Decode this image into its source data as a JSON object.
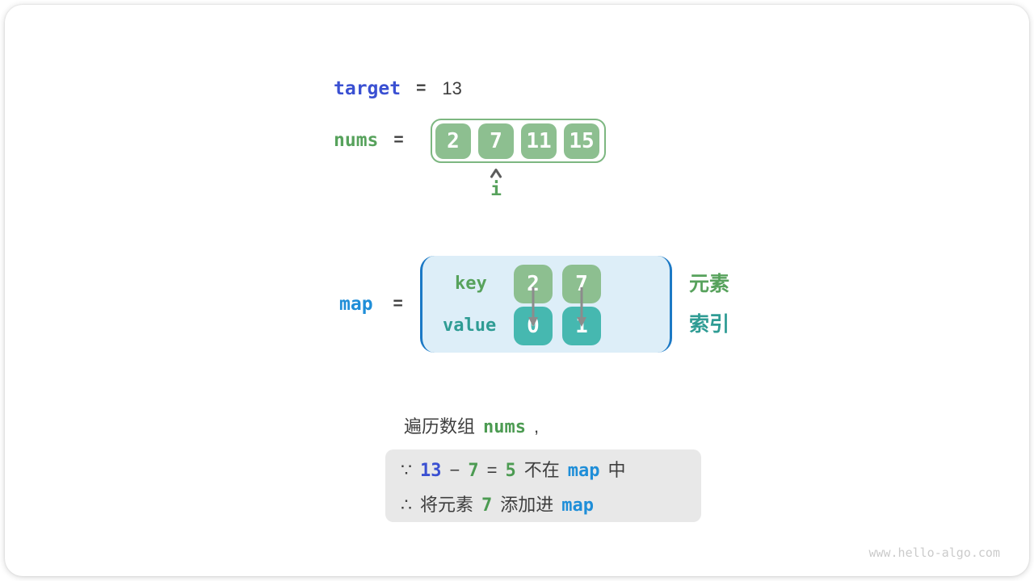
{
  "colors": {
    "royal_blue": "#3a50d2",
    "cyan_blue": "#1f8ed8",
    "green_text": "#57a25c",
    "green_code": "#4c9b52",
    "teal_text": "#2f9c94",
    "box_green": "#8dbf90",
    "box_teal": "#46b8b0",
    "array_border": "#7db781",
    "map_bg": "#ddeef8",
    "bracket_blue": "#1c79c5",
    "note_bg": "#e8e8e8",
    "dark_text": "#3e3e3e",
    "arrow_gray": "#8c8c8c",
    "watermark_gray": "#cbcbcb"
  },
  "target_row": {
    "label": "target",
    "equals": "=",
    "value": "13"
  },
  "nums_row": {
    "label": "nums",
    "equals": "=",
    "cells": [
      "2",
      "7",
      "11",
      "15"
    ],
    "pointer": {
      "label": "i",
      "index": 1
    }
  },
  "map_row": {
    "label": "map",
    "equals": "=",
    "key_label": "key",
    "value_label": "value",
    "entries": [
      {
        "key": "2",
        "value": "0"
      },
      {
        "key": "7",
        "value": "1"
      }
    ],
    "side_labels": {
      "top": "元素",
      "bottom": "索引"
    }
  },
  "caption": {
    "segments": [
      {
        "text": "遍历数组",
        "style": "dark"
      },
      {
        "text": "nums",
        "style": "green-code"
      },
      {
        "text": ",",
        "style": "dark"
      }
    ]
  },
  "note": {
    "lines": [
      {
        "segments": [
          {
            "text": "∵",
            "style": "dark"
          },
          {
            "text": "13",
            "style": "blue-code"
          },
          {
            "text": "−",
            "style": "dark"
          },
          {
            "text": "7",
            "style": "green-code"
          },
          {
            "text": "=",
            "style": "dark"
          },
          {
            "text": "5",
            "style": "green-code"
          },
          {
            "text": "不在",
            "style": "dark"
          },
          {
            "text": "map",
            "style": "cyan-code"
          },
          {
            "text": "中",
            "style": "dark"
          }
        ]
      },
      {
        "segments": [
          {
            "text": "∴",
            "style": "dark"
          },
          {
            "text": "将元素",
            "style": "dark"
          },
          {
            "text": "7",
            "style": "green-code"
          },
          {
            "text": "添加进",
            "style": "dark"
          },
          {
            "text": "map",
            "style": "cyan-code"
          }
        ]
      }
    ]
  },
  "watermark": "www.hello-algo.com"
}
